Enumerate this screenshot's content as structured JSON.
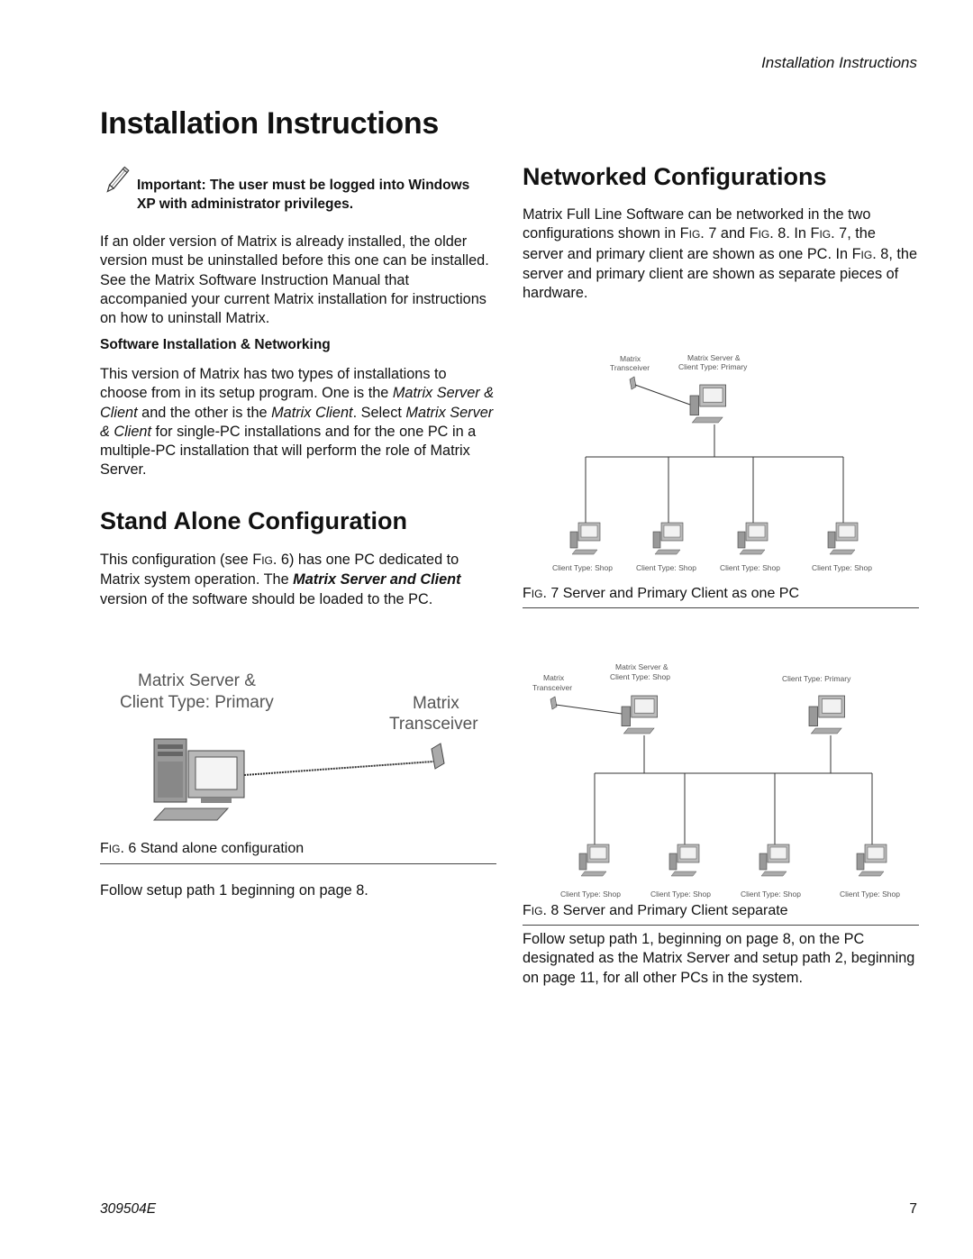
{
  "header": {
    "running_title": "Installation Instructions"
  },
  "page_title": "Installation Instructions",
  "left": {
    "note": {
      "icon": "pencil-icon",
      "lead": "Important: ",
      "text": "The user must be logged into Windows XP with administrator privileges."
    },
    "intro_paragraph": "If an older version of Matrix is already installed, the older version must be uninstalled before this one can be installed. See the Matrix Software Instruction Manual that accompanied your current Matrix installation for instructions on how to uninstall Matrix.",
    "software_heading": "Software Installation & Networking",
    "software_paragraph": {
      "p1": "This version of Matrix has two types of installations to choose from in its setup program. One is the ",
      "i1": "Matrix Server & Client",
      "p2": " and the other is the ",
      "i2": "Matrix Client",
      "p3": ". Select ",
      "i3": "Matrix Server & Client",
      "p4": " for single-PC installations and for the one PC in a multiple-PC installation that will perform the role of Matrix Server."
    },
    "standalone_heading": "Stand Alone Configuration",
    "standalone_paragraph": {
      "p1": "This configuration (see F",
      "sc1": "IG",
      "p2": ". 6) has one PC dedicated to Matrix system operation. The ",
      "bi": "Matrix Server and Client",
      "p3": " version of the software should be loaded to the PC."
    },
    "fig6": {
      "label_server_line1": "Matrix Server &",
      "label_server_line2": "Client Type: Primary",
      "label_transceiver_line1": "Matrix",
      "label_transceiver_line2": "Transceiver",
      "caption_prefix": "F",
      "caption_sc": "IG",
      "caption_rest": ". 6 Stand alone configuration"
    },
    "follow_text": "Follow setup path 1 beginning on page 8."
  },
  "right": {
    "networked_heading": "Networked Configurations",
    "networked_paragraph": {
      "p1": "Matrix Full Line Software can be networked in the two configurations shown in F",
      "sc1": "IG",
      "p2": ". 7 and F",
      "sc2": "IG",
      "p3": ". 8. In F",
      "sc3": "IG",
      "p4": ". 7, the server and primary client are shown as one PC. In F",
      "sc4": "IG",
      "p5": ". 8, the server and primary client are shown as separate pieces of hardware."
    },
    "fig7": {
      "transceiver_line1": "Matrix",
      "transceiver_line2": "Transceiver",
      "server_line1": "Matrix Server &",
      "server_line2": "Client Type: Primary",
      "client_labels": [
        "Client Type: Shop",
        "Client Type: Shop",
        "Client Type: Shop",
        "Client Type: Shop"
      ],
      "caption_prefix": "F",
      "caption_sc": "IG",
      "caption_rest": ". 7 Server and Primary Client as one PC"
    },
    "fig8": {
      "transceiver_line1": "Matrix",
      "transceiver_line2": "Transceiver",
      "server_line1": "Matrix Server &",
      "server_line2": "Client Type: Shop",
      "primary_label": "Client Type: Primary",
      "client_labels": [
        "Client Type: Shop",
        "Client Type: Shop",
        "Client Type: Shop",
        "Client Type: Shop"
      ],
      "caption_prefix": "F",
      "caption_sc": "IG",
      "caption_rest": ". 8 Server and Primary Client separate"
    },
    "follow_paragraph": "Follow setup path 1, beginning on page 8, on the PC designated as the Matrix Server and setup path 2, beginning on page 11, for all other PCs in the system."
  },
  "footer": {
    "doc_number": "309504E",
    "page_number": "7"
  }
}
